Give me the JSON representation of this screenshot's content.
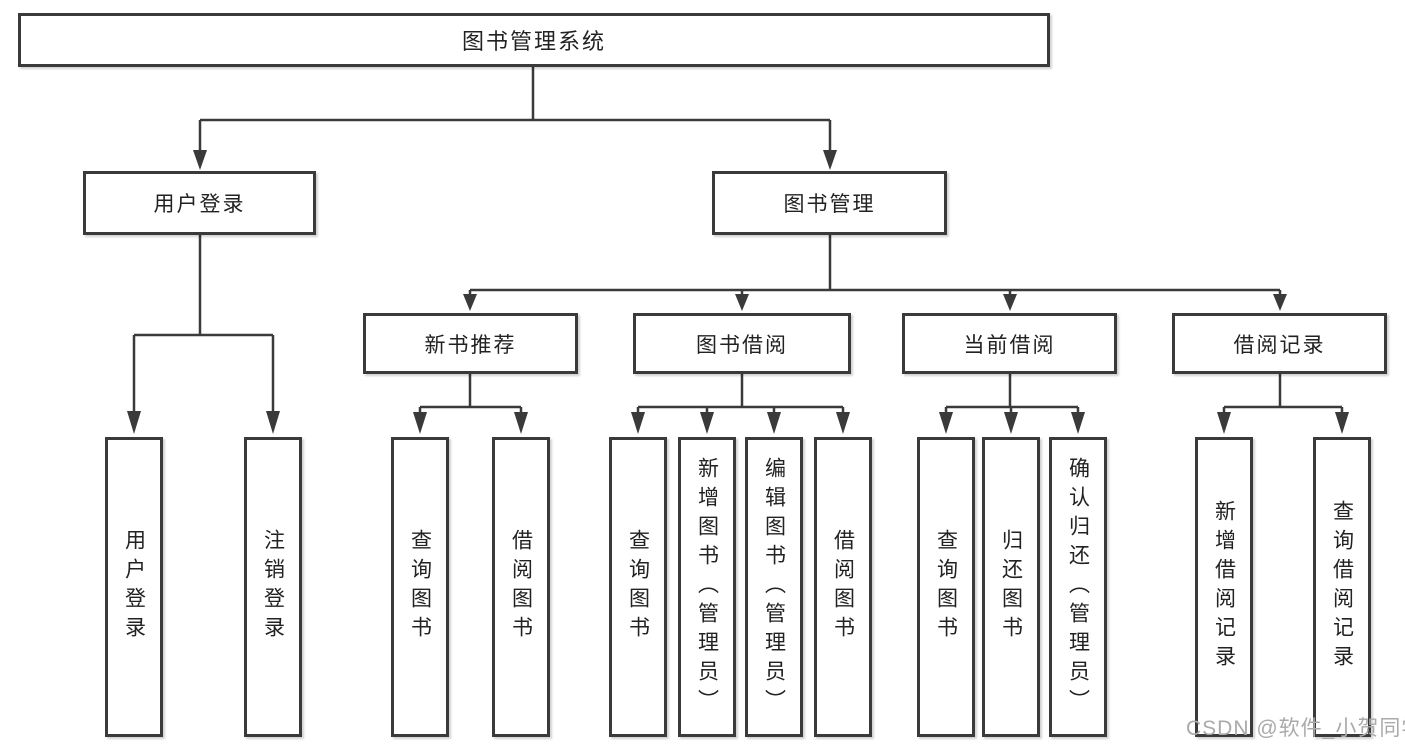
{
  "diagram": {
    "root": {
      "label": "图书管理系统"
    },
    "level2": [
      {
        "label": "用户登录"
      },
      {
        "label": "图书管理"
      }
    ],
    "level3": [
      {
        "label": "新书推荐"
      },
      {
        "label": "图书借阅"
      },
      {
        "label": "当前借阅"
      },
      {
        "label": "借阅记录"
      }
    ],
    "leaves": {
      "user_login": [
        "用户登录",
        "注销登录"
      ],
      "new_book": [
        "查询图书",
        "借阅图书"
      ],
      "book_borrow": [
        "查询图书",
        "新增图书（管理员）",
        "编辑图书（管理员）",
        "借阅图书"
      ],
      "current_borrow": [
        "查询图书",
        "归还图书",
        "确认归还（管理员）"
      ],
      "borrow_record": [
        "新增借阅记录",
        "查询借阅记录"
      ]
    }
  },
  "watermark": {
    "text": "CSDN @软件_小贺同学"
  },
  "colors": {
    "line": "#3a3a3a",
    "text": "#222222",
    "box_background": "#ffffff",
    "page_background": "#ffffff",
    "watermark": "#aaaaaa"
  }
}
